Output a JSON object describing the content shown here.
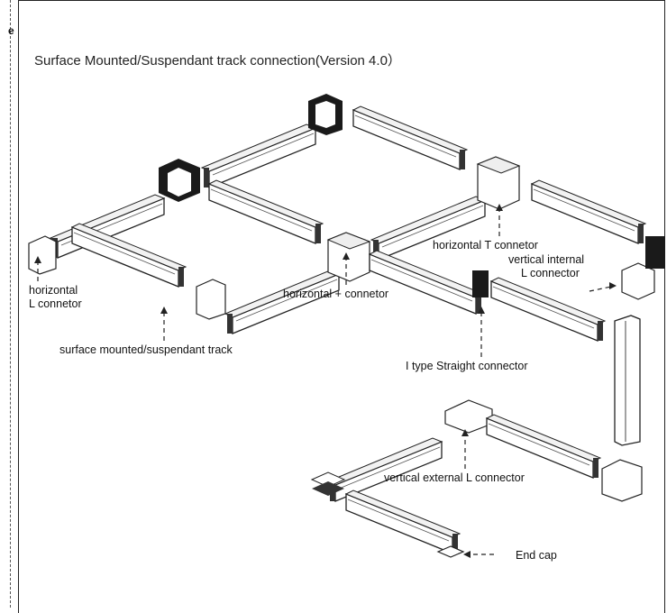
{
  "title": "Surface Mounted/Suspendant track connection(Version 4.0）",
  "labels": {
    "horizontal_t": "horizontal T connetor",
    "vertical_internal_1": "vertical internal",
    "vertical_internal_2": "L connector",
    "horizontal_l_1": "horizontal",
    "horizontal_l_2": "L connetor",
    "horizontal_plus": "horizontal + connetor",
    "surface_track": "surface mounted/suspendant track",
    "i_type": "I type Straight connector",
    "vertical_external": "vertical external L connector",
    "end_cap": "End cap"
  },
  "edge_glyph": "e",
  "colors": {
    "line": "#222222",
    "track_fill": "#ffffff",
    "dark": "#1a1a1a"
  }
}
